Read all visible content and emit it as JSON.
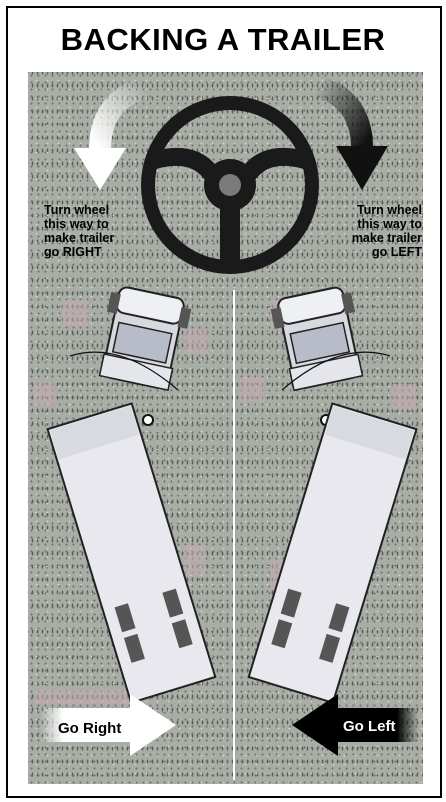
{
  "title": "BACKING A TRAILER",
  "left_caption": [
    "Turn wheel",
    "this way to",
    "make trailer",
    "go RIGHT"
  ],
  "right_caption": [
    "Turn wheel",
    "this way to",
    "make trailer",
    "go LEFT"
  ],
  "go_right_label": "Go Right",
  "go_left_label": "Go Left",
  "colors": {
    "ground": "#a8aea6",
    "left_turn_arrow": "#ffffff",
    "right_turn_arrow": "#111111",
    "steering_wheel": "#1a1a1a",
    "truck_body": "#e8e8ee",
    "wheels": "#555555"
  }
}
